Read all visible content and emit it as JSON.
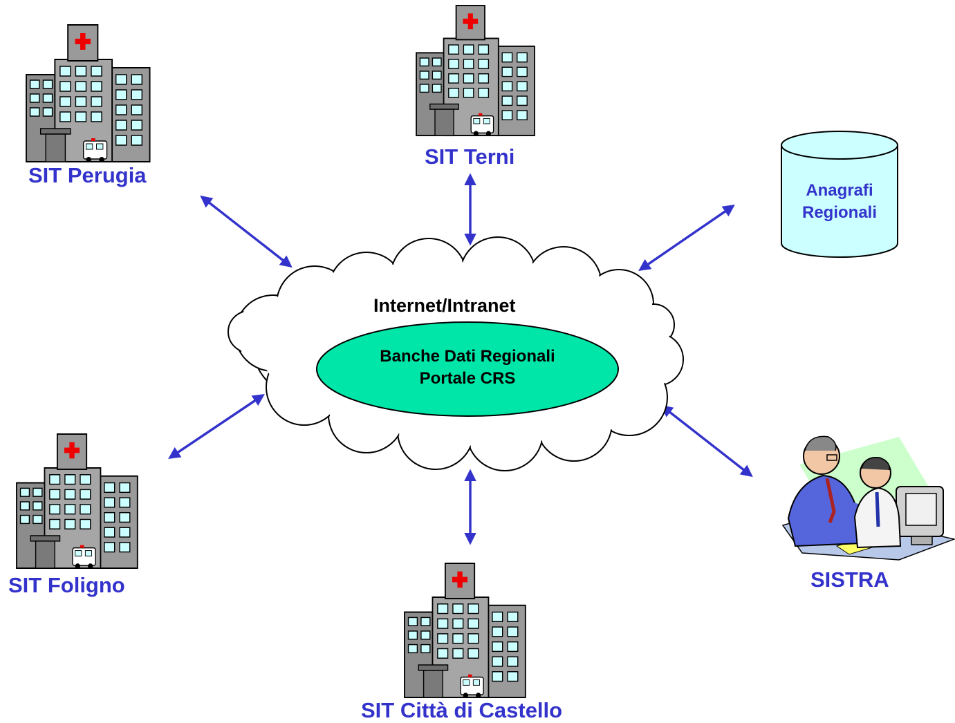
{
  "nodes": {
    "perugia": {
      "label": "SIT Perugia",
      "icon": "hospital-icon"
    },
    "terni": {
      "label": "SIT Terni",
      "icon": "hospital-icon"
    },
    "anagrafi": {
      "line1": "Anagrafi",
      "line2": "Regionali",
      "icon": "database-cylinder-icon"
    },
    "foligno": {
      "label": "SIT Foligno",
      "icon": "hospital-icon"
    },
    "castello": {
      "label": "SIT Città di Castello",
      "icon": "hospital-icon"
    },
    "sistra": {
      "label": "SISTRA",
      "icon": "office-workers-computer-icon"
    }
  },
  "cloud": {
    "title": "Internet/Intranet",
    "ellipse_line1": "Banche Dati Regionali",
    "ellipse_line2": "Portale CRS"
  },
  "colors": {
    "label": "#3333cc",
    "arrow": "#3333cc",
    "ellipse_fill": "#00e6a8",
    "cylinder_fill": "#ccffff",
    "building_gray": "#9a9a9a",
    "window_fill": "#ccffff",
    "cross": "#ee0000"
  }
}
